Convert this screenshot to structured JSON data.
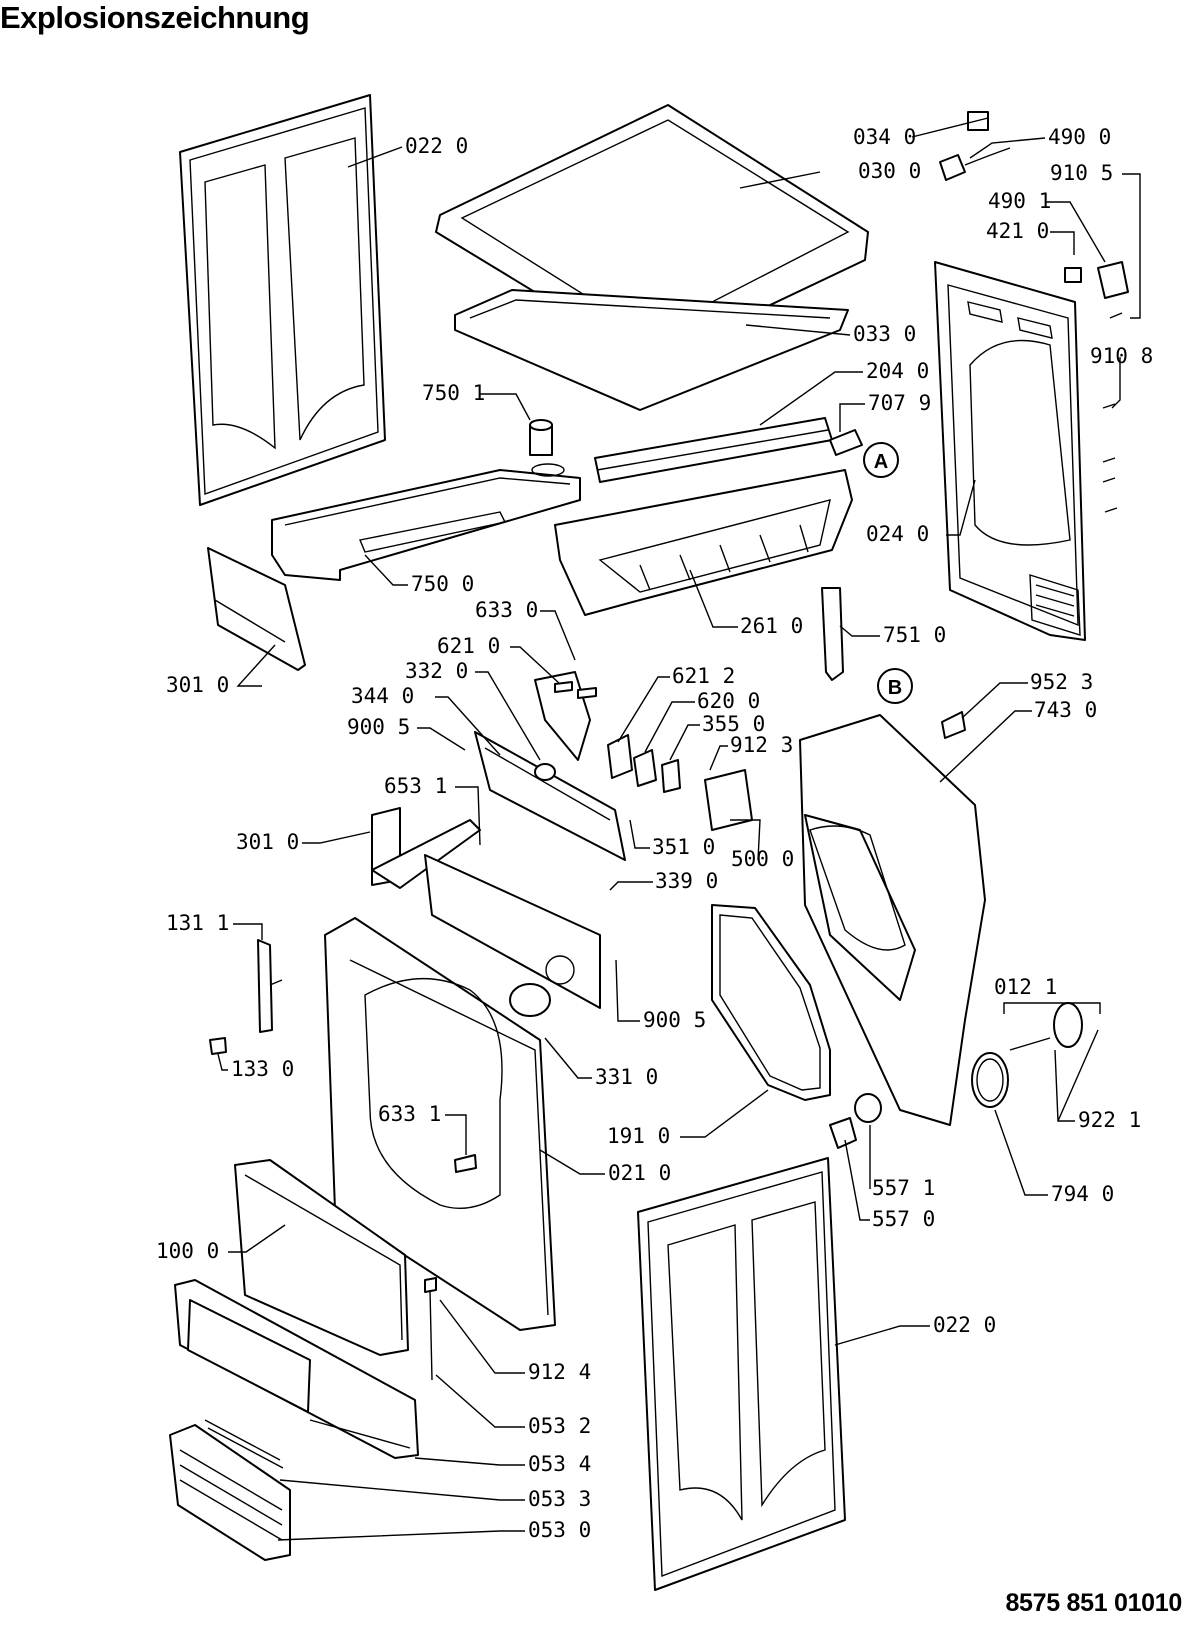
{
  "title": "Explosionszeichnung",
  "document_number": "8575 851 01010",
  "parts": [
    {
      "num": "022 0"
    },
    {
      "num": "030 0"
    },
    {
      "num": "034 0"
    },
    {
      "num": "490 0"
    },
    {
      "num": "910 5"
    },
    {
      "num": "490 1"
    },
    {
      "num": "421 0"
    },
    {
      "num": "033 0"
    },
    {
      "num": "910 8"
    },
    {
      "num": "204 0"
    },
    {
      "num": "750 1"
    },
    {
      "num": "707 9"
    },
    {
      "num": "024 0"
    },
    {
      "num": "750 0"
    },
    {
      "num": "261 0"
    },
    {
      "num": "751 0"
    },
    {
      "num": "633 0"
    },
    {
      "num": "621 0"
    },
    {
      "num": "332 0"
    },
    {
      "num": "301 0"
    },
    {
      "num": "344 0"
    },
    {
      "num": "621 2"
    },
    {
      "num": "620 0"
    },
    {
      "num": "355 0"
    },
    {
      "num": "952 3"
    },
    {
      "num": "743 0"
    },
    {
      "num": "900 5"
    },
    {
      "num": "912 3"
    },
    {
      "num": "653 1"
    },
    {
      "num": "301 0"
    },
    {
      "num": "351 0"
    },
    {
      "num": "500 0"
    },
    {
      "num": "339 0"
    },
    {
      "num": "131 1"
    },
    {
      "num": "900 5"
    },
    {
      "num": "012 1"
    },
    {
      "num": "133 0"
    },
    {
      "num": "331 0"
    },
    {
      "num": "633 1"
    },
    {
      "num": "922 1"
    },
    {
      "num": "191 0"
    },
    {
      "num": "021 0"
    },
    {
      "num": "557 1"
    },
    {
      "num": "557 0"
    },
    {
      "num": "794 0"
    },
    {
      "num": "100 0"
    },
    {
      "num": "022 0"
    },
    {
      "num": "912 4"
    },
    {
      "num": "053 2"
    },
    {
      "num": "053 4"
    },
    {
      "num": "053 3"
    },
    {
      "num": "053 0"
    }
  ],
  "reference_markers": [
    "A",
    "B"
  ]
}
